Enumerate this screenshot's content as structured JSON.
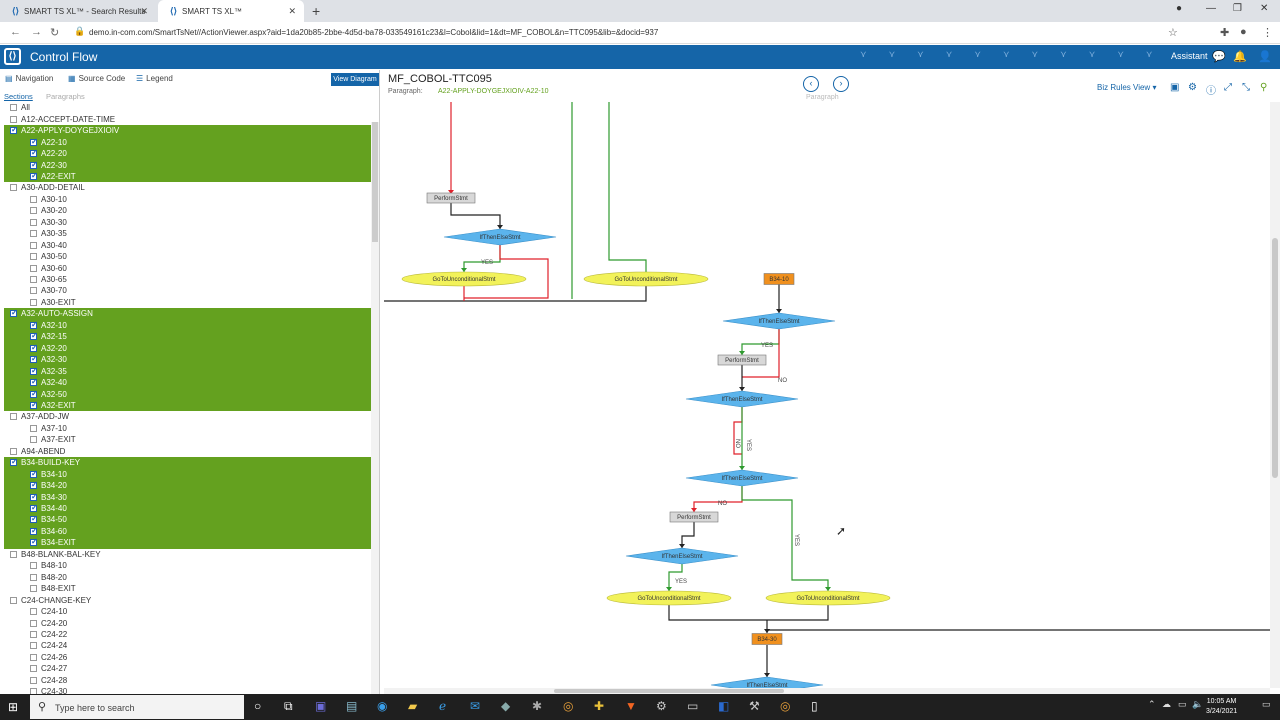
{
  "browser": {
    "tabs": [
      {
        "title": "SMART TS XL™ - Search Results",
        "active": false
      },
      {
        "title": "SMART TS XL™",
        "active": true
      }
    ],
    "url": "demo.in-com.com/SmartTsNet//ActionViewer.aspx?aid=1da20b85-2bbe-4d5d-ba78-033549161c23&l=Cobol&lid=1&dt=MF_COBOL&n=TTC095&lib=&docid=937"
  },
  "app": {
    "title": "Control Flow",
    "assistant_label": "Assistant"
  },
  "left_panel": {
    "tabs": [
      "Navigation",
      "Source Code",
      "Legend"
    ],
    "view_diagram_label": "View Diagram",
    "subtabs": [
      "Sections",
      "Paragraphs"
    ],
    "tree": [
      {
        "label": "All",
        "level": 0,
        "checked": false,
        "highlight": false
      },
      {
        "label": "A12-ACCEPT-DATE-TIME",
        "level": 0,
        "checked": false,
        "highlight": false
      },
      {
        "label": "A22-APPLY-DOYGEJXIOIV",
        "level": 0,
        "checked": true,
        "highlight": true
      },
      {
        "label": "A22-10",
        "level": 1,
        "checked": true,
        "highlight": true
      },
      {
        "label": "A22-20",
        "level": 1,
        "checked": true,
        "highlight": true
      },
      {
        "label": "A22-30",
        "level": 1,
        "checked": true,
        "highlight": true
      },
      {
        "label": "A22-EXIT",
        "level": 1,
        "checked": true,
        "highlight": true
      },
      {
        "label": "A30-ADD-DETAIL",
        "level": 0,
        "checked": false,
        "highlight": false
      },
      {
        "label": "A30-10",
        "level": 1,
        "checked": false,
        "highlight": false
      },
      {
        "label": "A30-20",
        "level": 1,
        "checked": false,
        "highlight": false
      },
      {
        "label": "A30-30",
        "level": 1,
        "checked": false,
        "highlight": false
      },
      {
        "label": "A30-35",
        "level": 1,
        "checked": false,
        "highlight": false
      },
      {
        "label": "A30-40",
        "level": 1,
        "checked": false,
        "highlight": false
      },
      {
        "label": "A30-50",
        "level": 1,
        "checked": false,
        "highlight": false
      },
      {
        "label": "A30-60",
        "level": 1,
        "checked": false,
        "highlight": false
      },
      {
        "label": "A30-65",
        "level": 1,
        "checked": false,
        "highlight": false
      },
      {
        "label": "A30-70",
        "level": 1,
        "checked": false,
        "highlight": false
      },
      {
        "label": "A30-EXIT",
        "level": 1,
        "checked": false,
        "highlight": false
      },
      {
        "label": "A32-AUTO-ASSIGN",
        "level": 0,
        "checked": true,
        "highlight": true
      },
      {
        "label": "A32-10",
        "level": 1,
        "checked": true,
        "highlight": true
      },
      {
        "label": "A32-15",
        "level": 1,
        "checked": true,
        "highlight": true
      },
      {
        "label": "A32-20",
        "level": 1,
        "checked": true,
        "highlight": true
      },
      {
        "label": "A32-30",
        "level": 1,
        "checked": true,
        "highlight": true
      },
      {
        "label": "A32-35",
        "level": 1,
        "checked": true,
        "highlight": true
      },
      {
        "label": "A32-40",
        "level": 1,
        "checked": true,
        "highlight": true
      },
      {
        "label": "A32-50",
        "level": 1,
        "checked": true,
        "highlight": true
      },
      {
        "label": "A32-EXIT",
        "level": 1,
        "checked": true,
        "highlight": true
      },
      {
        "label": "A37-ADD-JW",
        "level": 0,
        "checked": false,
        "highlight": false
      },
      {
        "label": "A37-10",
        "level": 1,
        "checked": false,
        "highlight": false
      },
      {
        "label": "A37-EXIT",
        "level": 1,
        "checked": false,
        "highlight": false
      },
      {
        "label": "A94-ABEND",
        "level": 0,
        "checked": false,
        "highlight": false
      },
      {
        "label": "B34-BUILD-KEY",
        "level": 0,
        "checked": true,
        "highlight": true
      },
      {
        "label": "B34-10",
        "level": 1,
        "checked": true,
        "highlight": true
      },
      {
        "label": "B34-20",
        "level": 1,
        "checked": true,
        "highlight": true
      },
      {
        "label": "B34-30",
        "level": 1,
        "checked": true,
        "highlight": true
      },
      {
        "label": "B34-40",
        "level": 1,
        "checked": true,
        "highlight": true
      },
      {
        "label": "B34-50",
        "level": 1,
        "checked": true,
        "highlight": true
      },
      {
        "label": "B34-60",
        "level": 1,
        "checked": true,
        "highlight": true
      },
      {
        "label": "B34-EXIT",
        "level": 1,
        "checked": true,
        "highlight": true
      },
      {
        "label": "B48-BLANK-BAL-KEY",
        "level": 0,
        "checked": false,
        "highlight": false
      },
      {
        "label": "B48-10",
        "level": 1,
        "checked": false,
        "highlight": false
      },
      {
        "label": "B48-20",
        "level": 1,
        "checked": false,
        "highlight": false
      },
      {
        "label": "B48-EXIT",
        "level": 1,
        "checked": false,
        "highlight": false
      },
      {
        "label": "C24-CHANGE-KEY",
        "level": 0,
        "checked": false,
        "highlight": false
      },
      {
        "label": "C24-10",
        "level": 1,
        "checked": false,
        "highlight": false
      },
      {
        "label": "C24-20",
        "level": 1,
        "checked": false,
        "highlight": false
      },
      {
        "label": "C24-22",
        "level": 1,
        "checked": false,
        "highlight": false
      },
      {
        "label": "C24-24",
        "level": 1,
        "checked": false,
        "highlight": false
      },
      {
        "label": "C24-26",
        "level": 1,
        "checked": false,
        "highlight": false
      },
      {
        "label": "C24-27",
        "level": 1,
        "checked": false,
        "highlight": false
      },
      {
        "label": "C24-28",
        "level": 1,
        "checked": false,
        "highlight": false
      },
      {
        "label": "C24-30",
        "level": 1,
        "checked": false,
        "highlight": false
      }
    ]
  },
  "main": {
    "program_name": "MF_COBOL-TTC095",
    "paragraph_label": "Paragraph:",
    "paragraph_value": "A22-APPLY-DOYGEJXIOIV-A22-10",
    "nav_caption": "Paragraph",
    "view_selector": "Biz Rules View"
  },
  "diagram": {
    "nodes": [
      {
        "id": "n1",
        "type": "stmt",
        "label": "PerformStmt"
      },
      {
        "id": "n2",
        "type": "decision",
        "label": "IfThenElseStmt"
      },
      {
        "id": "n3",
        "type": "terminal",
        "label": "GoToUnconditionalStmt"
      },
      {
        "id": "n4",
        "type": "terminal",
        "label": "GoToUnconditionalStmt"
      },
      {
        "id": "n5",
        "type": "para",
        "label": "B34-10"
      },
      {
        "id": "n6",
        "type": "decision",
        "label": "IfThenElseStmt"
      },
      {
        "id": "n7",
        "type": "stmt",
        "label": "PerformStmt"
      },
      {
        "id": "n8",
        "type": "decision",
        "label": "IfThenElseStmt"
      },
      {
        "id": "n9",
        "type": "decision",
        "label": "IfThenElseStmt"
      },
      {
        "id": "n10",
        "type": "stmt",
        "label": "PerformStmt"
      },
      {
        "id": "n11",
        "type": "decision",
        "label": "IfThenElseStmt"
      },
      {
        "id": "n12",
        "type": "terminal",
        "label": "GoToUnconditionalStmt"
      },
      {
        "id": "n13",
        "type": "terminal",
        "label": "GoToUnconditionalStmt"
      },
      {
        "id": "n14",
        "type": "para",
        "label": "B34-30"
      },
      {
        "id": "n15",
        "type": "decision",
        "label": "IfThenElseStmt"
      }
    ],
    "edge_labels": [
      "YES",
      "YES",
      "NO",
      "NO",
      "YES",
      "NO",
      "YES",
      "YES"
    ],
    "colors": {
      "decision": "#5bb4ec",
      "terminal": "#f2f25a",
      "para": "#f0901e",
      "stmt": "#d8d8d8",
      "yes_edge": "#2e9a2e",
      "no_edge": "#e0202a",
      "edge": "#222222"
    }
  },
  "taskbar": {
    "search_placeholder": "Type here to search",
    "time": "10:05 AM",
    "date": "3/24/2021"
  }
}
